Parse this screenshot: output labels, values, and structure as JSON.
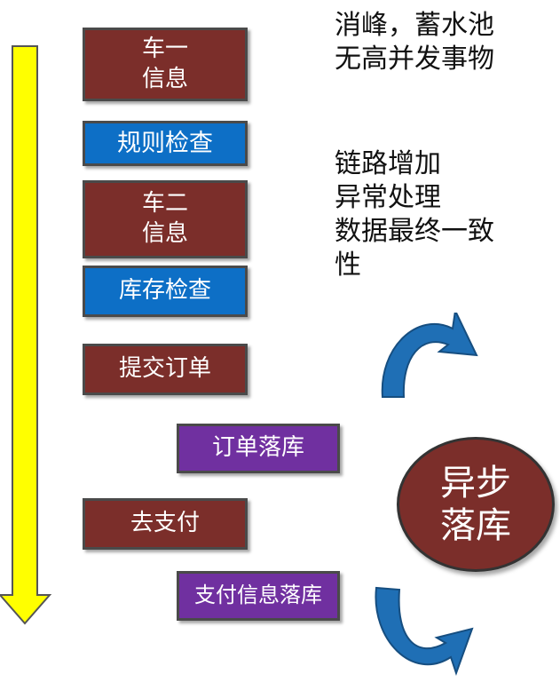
{
  "steps": [
    {
      "label": "车一\n信息"
    },
    {
      "label": "规则检查"
    },
    {
      "label": "车二\n信息"
    },
    {
      "label": "库存检查"
    },
    {
      "label": "提交订单"
    },
    {
      "label": "订单落库"
    },
    {
      "label": "去支付"
    },
    {
      "label": "支付信息落库"
    }
  ],
  "notes": {
    "top": "消峰，蓄水池\n无高并发事物",
    "middle": "链路增加\n异常处理\n数据最终一致\n性"
  },
  "async_label": "异步\n落库",
  "colors": {
    "step_brown": "#7b2e2a",
    "step_blue": "#0d6fc6",
    "step_purple": "#7030a0",
    "timeline_arrow": "#ffff00",
    "cycle_arrows": "#1f6fb5"
  },
  "icons": [
    "down-arrow-icon",
    "curved-arrow-icon"
  ]
}
